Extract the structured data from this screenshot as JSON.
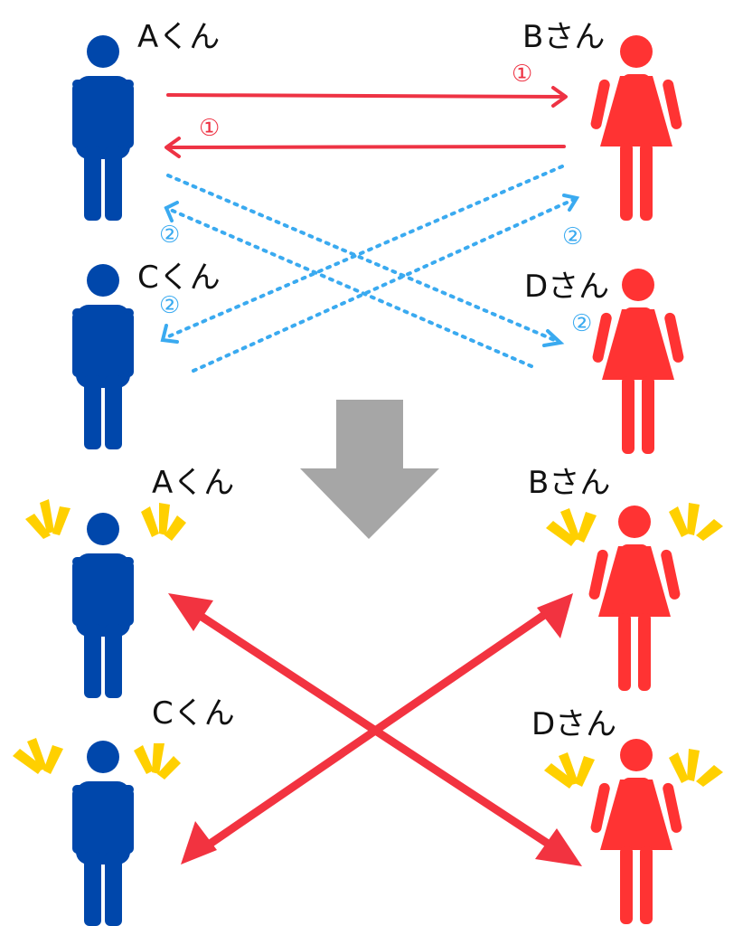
{
  "colors": {
    "male": "#0047AB",
    "female": "#FF3333",
    "step1_arrow": "#EE3344",
    "step2_arrow": "#3AAAF0",
    "transition_arrow": "#A6A6A6",
    "result_arrow": "#F23340",
    "sparkle": "#FFD000"
  },
  "before": {
    "labels": {
      "a": "Aくん",
      "b": "Bさん",
      "c": "Cくん",
      "d": "Dさん"
    },
    "step1_marker": "①",
    "step2_marker": "②"
  },
  "after": {
    "labels": {
      "a": "Aくん",
      "b": "Bさん",
      "c": "Cくん",
      "d": "Dさん"
    }
  },
  "icons": {
    "male": "male-person-icon",
    "female": "female-person-icon",
    "sparkle": "sparkle-icon",
    "transition": "down-arrow-icon"
  }
}
